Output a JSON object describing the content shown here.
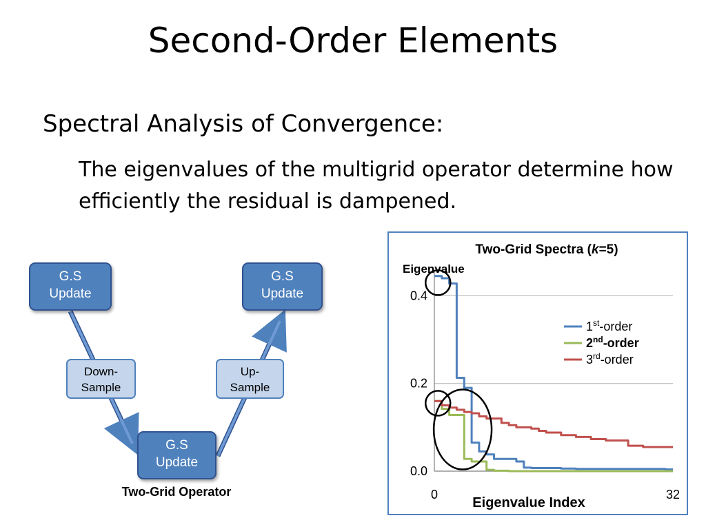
{
  "slide": {
    "title": "Second-Order Elements",
    "bullet": "Spectral Analysis of Convergence:",
    "sub_bullet": "The eigenvalues of the multigrid operator determine how efficiently the residual is dampened."
  },
  "diagram": {
    "top_left": "G.S\nUpdate",
    "top_right": "G.S\nUpdate",
    "bottom": "G.S\nUpdate",
    "down_label": "Down-\nSample",
    "up_label": "Up-\nSample",
    "caption": "Two-Grid Operator"
  },
  "chart_data": {
    "type": "line",
    "title_parts": [
      "Two-Grid Spectra (",
      "k",
      "=5)"
    ],
    "ylabel": "Eigenvalue",
    "xlabel": "Eigenvalue Index",
    "xlim": [
      0,
      32
    ],
    "ylim": [
      0,
      0.44
    ],
    "x_ticks": [
      "0",
      "32"
    ],
    "y_ticks": [
      {
        "label": "0.4",
        "value": 0.4
      },
      {
        "label": "0.2",
        "value": 0.2
      },
      {
        "label": "0.0",
        "value": 0.0
      }
    ],
    "grid": true,
    "legend_position": "right",
    "series": [
      {
        "name": "1st-order",
        "base": "1",
        "sup": "st",
        "suffix": "-order",
        "bold": false,
        "color": "#4f81bd",
        "x": [
          0,
          1,
          1,
          2,
          2,
          3,
          3,
          4,
          4,
          5,
          5,
          6,
          6,
          7,
          7,
          8,
          8,
          9,
          9,
          10,
          10,
          11,
          11,
          12,
          12,
          13,
          13,
          14,
          14,
          15,
          15,
          16,
          16,
          17,
          17,
          18,
          18,
          19,
          19,
          20,
          20,
          21,
          21,
          22,
          22,
          23,
          23,
          24,
          24,
          25,
          25,
          26,
          26,
          27,
          27,
          28,
          28,
          29,
          29,
          30,
          30,
          31,
          31,
          32
        ],
        "y": [
          0.445,
          0.445,
          0.44,
          0.44,
          0.428,
          0.428,
          0.213,
          0.213,
          0.19,
          0.19,
          0.065,
          0.065,
          0.045,
          0.045,
          0.038,
          0.038,
          0.028,
          0.028,
          0.028,
          0.028,
          0.028,
          0.028,
          0.022,
          0.022,
          0.008,
          0.008,
          0.007,
          0.007,
          0.007,
          0.007,
          0.007,
          0.007,
          0.007,
          0.007,
          0.006,
          0.006,
          0.006,
          0.006,
          0.005,
          0.005,
          0.005,
          0.005,
          0.005,
          0.005,
          0.005,
          0.005,
          0.005,
          0.005,
          0.005,
          0.005,
          0.005,
          0.005,
          0.005,
          0.005,
          0.005,
          0.005,
          0.005,
          0.005,
          0.005,
          0.005,
          0.005,
          0.005,
          0.004,
          0.004
        ]
      },
      {
        "name": "2nd-order",
        "base": "2",
        "sup": "nd",
        "suffix": "-order",
        "bold": true,
        "color": "#9bbb59",
        "x": [
          0,
          1,
          1,
          2,
          2,
          3,
          3,
          4,
          4,
          5,
          5,
          6,
          6,
          7,
          7,
          8,
          8,
          10,
          10,
          32
        ],
        "y": [
          0.16,
          0.16,
          0.142,
          0.142,
          0.128,
          0.128,
          0.128,
          0.128,
          0.028,
          0.028,
          0.022,
          0.022,
          0.022,
          0.022,
          0.003,
          0.003,
          0.001,
          0.001,
          0.0,
          0.0
        ]
      },
      {
        "name": "3rd-order",
        "base": "3",
        "sup": "rd",
        "suffix": "-order",
        "bold": false,
        "color": "#c0504d",
        "x": [
          0,
          1,
          1,
          2,
          2,
          3,
          3,
          4,
          4,
          5,
          5,
          6,
          6,
          7,
          7,
          9,
          9,
          10,
          10,
          11,
          11,
          13,
          13,
          14,
          14,
          15,
          15,
          17,
          17,
          19,
          19,
          21,
          21,
          23,
          23,
          26,
          26,
          28,
          28,
          32
        ],
        "y": [
          0.16,
          0.16,
          0.15,
          0.15,
          0.145,
          0.145,
          0.14,
          0.14,
          0.135,
          0.135,
          0.132,
          0.132,
          0.125,
          0.125,
          0.12,
          0.12,
          0.11,
          0.11,
          0.105,
          0.105,
          0.1,
          0.1,
          0.097,
          0.097,
          0.092,
          0.092,
          0.088,
          0.088,
          0.082,
          0.082,
          0.078,
          0.078,
          0.073,
          0.073,
          0.07,
          0.07,
          0.058,
          0.058,
          0.055,
          0.055
        ]
      }
    ],
    "annotations": [
      {
        "shape": "circle",
        "x": 0.3,
        "y": 0.43
      },
      {
        "shape": "circle",
        "x": 0.3,
        "y": 0.155
      },
      {
        "shape": "ellipse",
        "x": 3.8,
        "y": 0.095
      }
    ]
  }
}
